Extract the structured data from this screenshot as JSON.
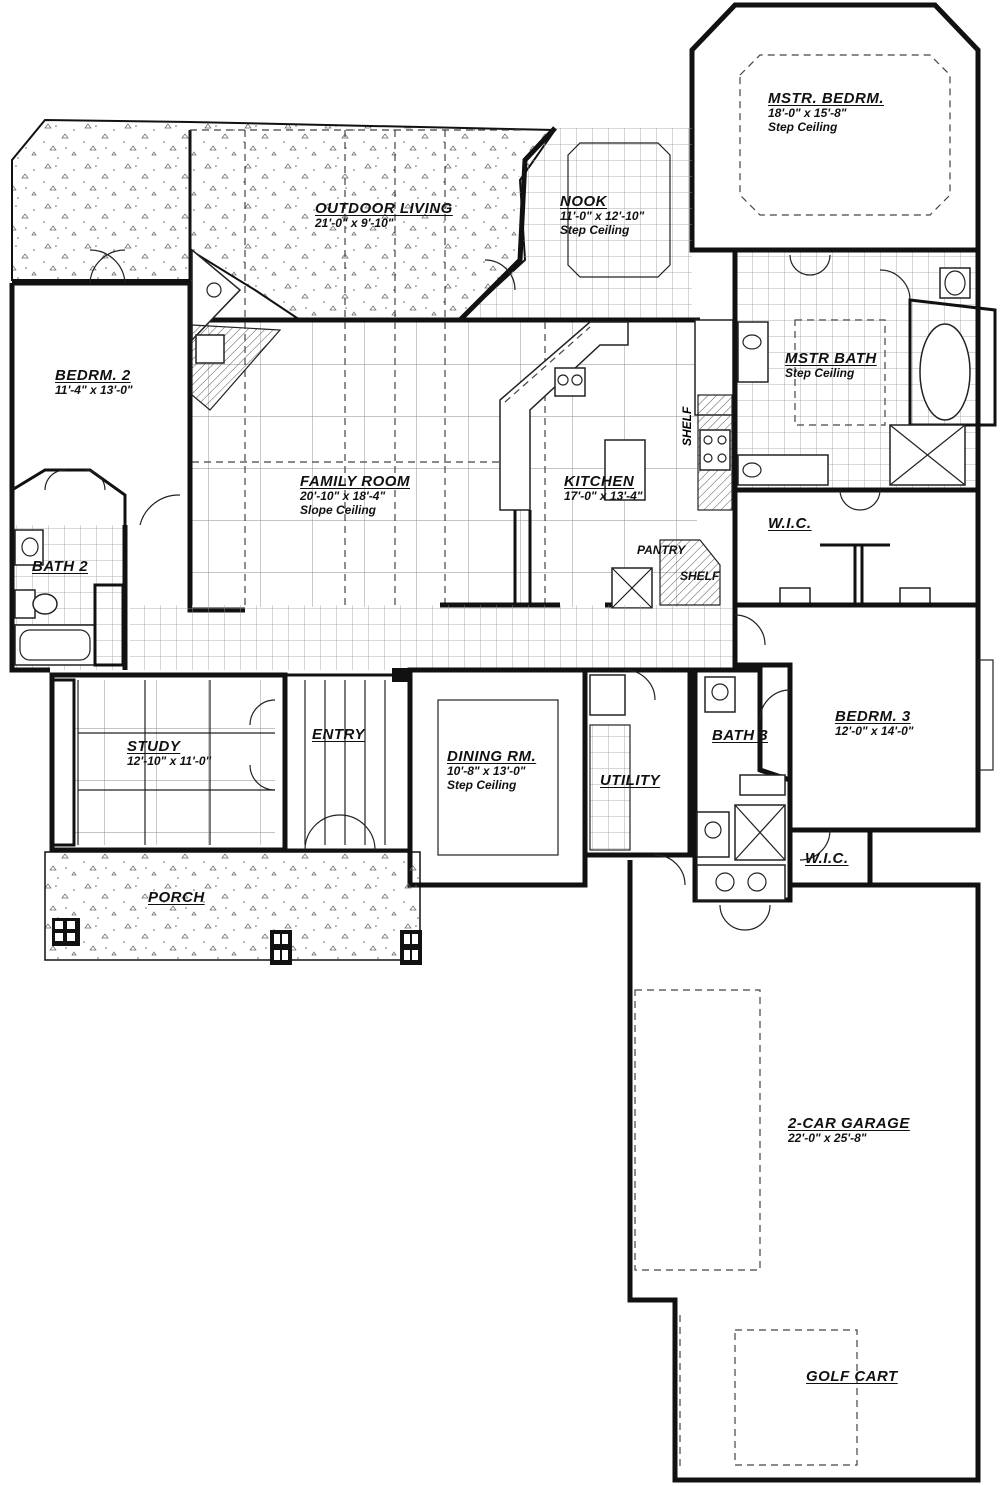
{
  "plan": {
    "rooms": [
      {
        "id": "mstr-bedrm",
        "name": "MSTR. BEDRM.",
        "dims": "18'-0\" x 15'-8\"",
        "note": "Step Ceiling"
      },
      {
        "id": "outdoor-living",
        "name": "OUTDOOR LIVING",
        "dims": "21'-0\" x 9'-10\"",
        "note": ""
      },
      {
        "id": "nook",
        "name": "NOOK",
        "dims": "11'-0\" x 12'-10\"",
        "note": "Step Ceiling"
      },
      {
        "id": "bedrm-2",
        "name": "BEDRM. 2",
        "dims": "11'-4\" x 13'-0\"",
        "note": ""
      },
      {
        "id": "mstr-bath",
        "name": "MSTR BATH",
        "dims": "",
        "note": "Step Ceiling"
      },
      {
        "id": "family-room",
        "name": "FAMILY ROOM",
        "dims": "20'-10\" x 18'-4\"",
        "note": "Slope Ceiling"
      },
      {
        "id": "kitchen",
        "name": "KITCHEN",
        "dims": "17'-0\" x 13'-4\"",
        "note": ""
      },
      {
        "id": "wic-master",
        "name": "W.I.C.",
        "dims": "",
        "note": ""
      },
      {
        "id": "bath-2",
        "name": "BATH 2",
        "dims": "",
        "note": ""
      },
      {
        "id": "pantry",
        "name": "PANTRY",
        "dims": "",
        "note": ""
      },
      {
        "id": "bedrm-3",
        "name": "BEDRM. 3",
        "dims": "12'-0\" x 14'-0\"",
        "note": ""
      },
      {
        "id": "study",
        "name": "STUDY",
        "dims": "12'-10\" x 11'-0\"",
        "note": ""
      },
      {
        "id": "entry",
        "name": "ENTRY",
        "dims": "",
        "note": ""
      },
      {
        "id": "dining-rm",
        "name": "DINING RM.",
        "dims": "10'-8\" x 13'-0\"",
        "note": "Step Ceiling"
      },
      {
        "id": "bath-3",
        "name": "BATH 3",
        "dims": "",
        "note": ""
      },
      {
        "id": "utility",
        "name": "UTILITY",
        "dims": "",
        "note": ""
      },
      {
        "id": "wic-bed3",
        "name": "W.I.C.",
        "dims": "",
        "note": ""
      },
      {
        "id": "porch",
        "name": "PORCH",
        "dims": "",
        "note": ""
      },
      {
        "id": "garage",
        "name": "2-CAR GARAGE",
        "dims": "22'-0\" x 25'-8\"",
        "note": ""
      },
      {
        "id": "golf-cart",
        "name": "GOLF CART",
        "dims": "",
        "note": ""
      }
    ],
    "shelf_labels": {
      "vertical": "SHELF",
      "pantry_shelf": "SHELF"
    },
    "colors": {
      "wall": "#111111",
      "background": "#ffffff",
      "tile": "#999999"
    }
  }
}
